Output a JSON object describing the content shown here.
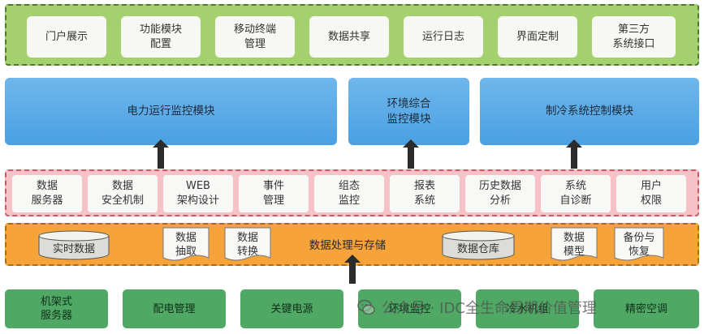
{
  "application_layer": {
    "items": [
      "门户展示",
      "功能模块\n配置",
      "移动终端\n管理",
      "数据共享",
      "运行日志",
      "界面定制",
      "第三方\n系统接口"
    ]
  },
  "modules": {
    "items": [
      "电力运行监控模块",
      "环境综合\n监控模块",
      "制冷系统控制模块"
    ]
  },
  "functions": {
    "items": [
      "数据\n服务器",
      "数据\n安全机制",
      "WEB\n架构设计",
      "事件\n管理",
      "组态\n监控",
      "报表\n系统",
      "历史数据\n分析",
      "系统\n自诊断",
      "用户\n权限"
    ]
  },
  "data_layer": {
    "title": "数据处理与存储",
    "realtime": "实时数据",
    "extract": "数据\n抽取",
    "convert": "数据\n转换",
    "warehouse": "数据仓库",
    "model": "数据\n模型",
    "backup": "备份与\n恢复"
  },
  "infrastructure": {
    "items": [
      "机架式\n服务器",
      "配电管理",
      "关键电源",
      "环境监控",
      "冷水机组",
      "精密空调"
    ]
  },
  "watermark": {
    "text": "公众号 · IDC全生命周期价值管理"
  },
  "colors": {
    "app_layer": "#a4d06e",
    "modules": "#4aa0e2",
    "functions": "#f7c2c7",
    "data_layer": "#f6a339",
    "infrastructure": "#4fa864",
    "arrow": "#2b2b2b"
  }
}
